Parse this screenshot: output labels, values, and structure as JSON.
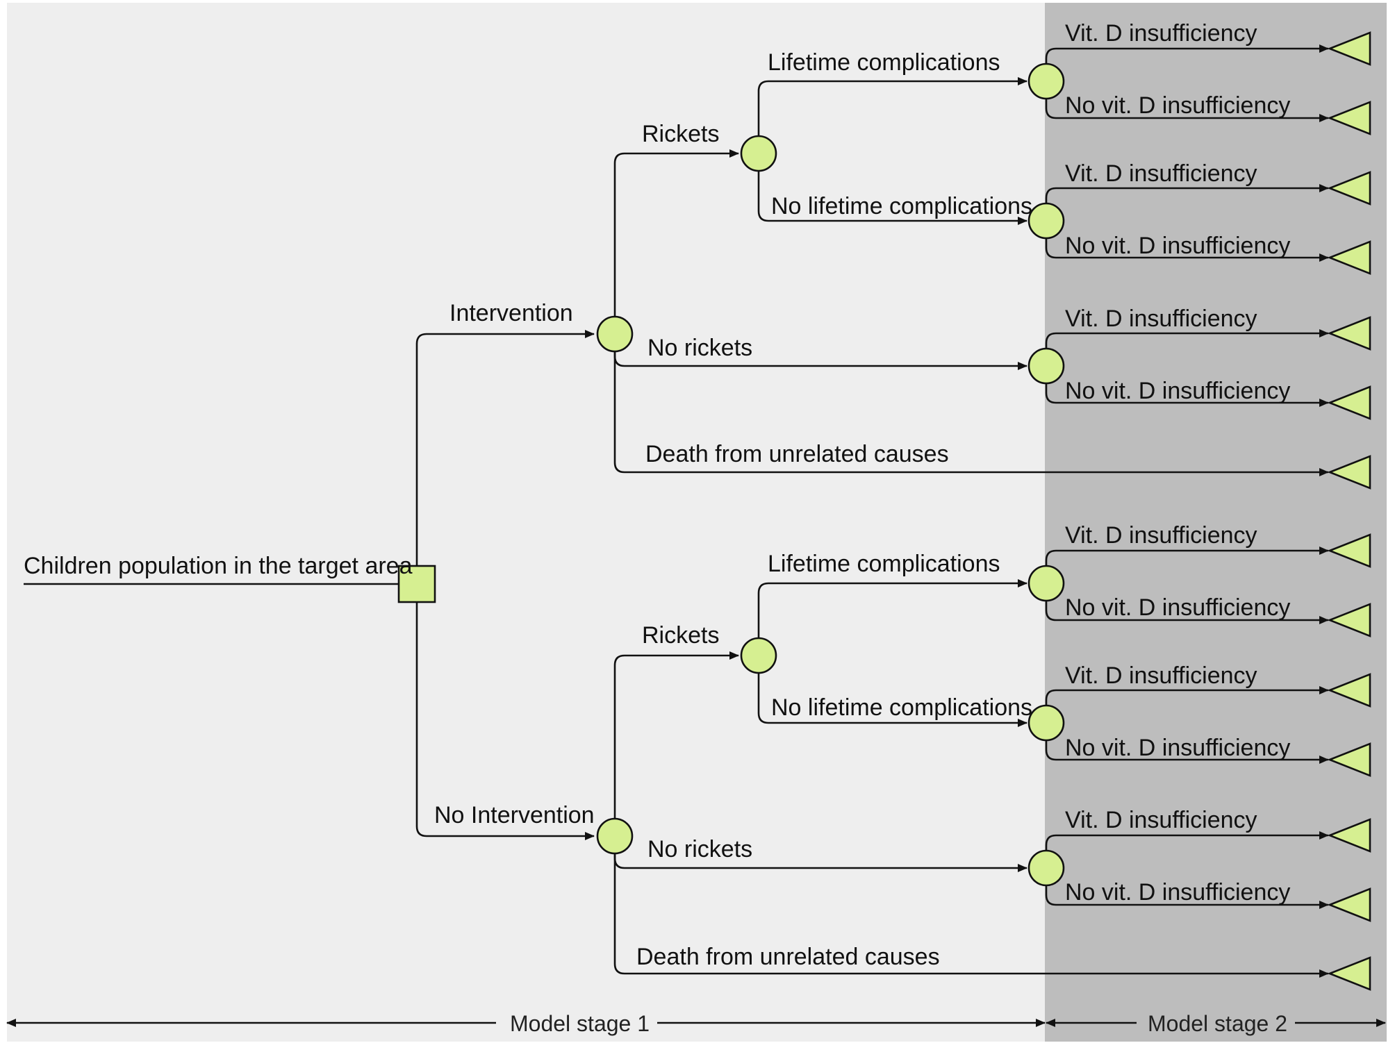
{
  "colors": {
    "stage1_bg": "#eeeeee",
    "stage2_bg": "#bdbdbd",
    "node_fill": "#d6ef91",
    "line": "#111111"
  },
  "root": {
    "label": "Children population in the target area",
    "node": "decision"
  },
  "arms": [
    {
      "label": "Intervention",
      "branches": [
        {
          "label": "Rickets",
          "outcomes": [
            {
              "label": "Lifetime complications",
              "terminals": [
                "Vit. D insufficiency",
                "No vit. D insufficiency"
              ]
            },
            {
              "label": "No lifetime complications",
              "terminals": [
                "Vit. D insufficiency",
                "No vit. D insufficiency"
              ]
            }
          ]
        },
        {
          "label": "No rickets",
          "terminals": [
            "Vit. D insufficiency",
            "No vit. D insufficiency"
          ]
        },
        {
          "label": "Death from unrelated causes"
        }
      ]
    },
    {
      "label": "No Intervention",
      "branches": [
        {
          "label": "Rickets",
          "outcomes": [
            {
              "label": "Lifetime complications",
              "terminals": [
                "Vit. D insufficiency",
                "No vit. D insufficiency"
              ]
            },
            {
              "label": "No lifetime complications",
              "terminals": [
                "Vit. D insufficiency",
                "No vit. D insufficiency"
              ]
            }
          ]
        },
        {
          "label": "No rickets",
          "terminals": [
            "Vit. D insufficiency",
            "No vit. D insufficiency"
          ]
        },
        {
          "label": "Death from unrelated causes"
        }
      ]
    }
  ],
  "stages": {
    "stage1": "Model stage 1",
    "stage2": "Model stage 2"
  }
}
